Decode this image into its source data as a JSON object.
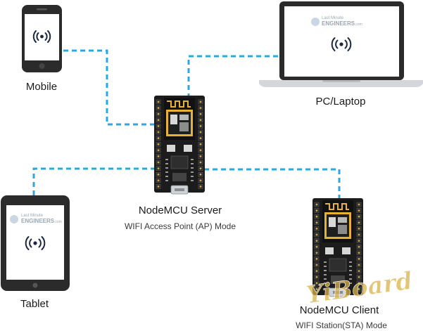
{
  "devices": {
    "mobile": {
      "label": "Mobile"
    },
    "laptop": {
      "label": "PC/Laptop",
      "brand_top": "Last Minute",
      "brand_bottom": "ENGINEERS",
      "brand_suffix": ".com"
    },
    "tablet": {
      "label": "Tablet",
      "brand_top": "Last Minute",
      "brand_bottom": "ENGINEERS",
      "brand_suffix": ".com"
    },
    "server": {
      "title": "NodeMCU Server",
      "mode": "WIFI Access Point (AP) Mode"
    },
    "client": {
      "title": "NodeMCU Client",
      "mode": "WIFI Station(STA) Mode"
    }
  },
  "watermark": {
    "text": "YiBoard"
  },
  "colors": {
    "link": "#2ea7e0",
    "device_body": "#2b2b2b",
    "screen": "#ffffff",
    "board": "#1c1c1c",
    "antenna": "#e7b233",
    "watermark": "#d9b24a"
  },
  "icons": {
    "wifi": "wifi-signal-icon"
  }
}
